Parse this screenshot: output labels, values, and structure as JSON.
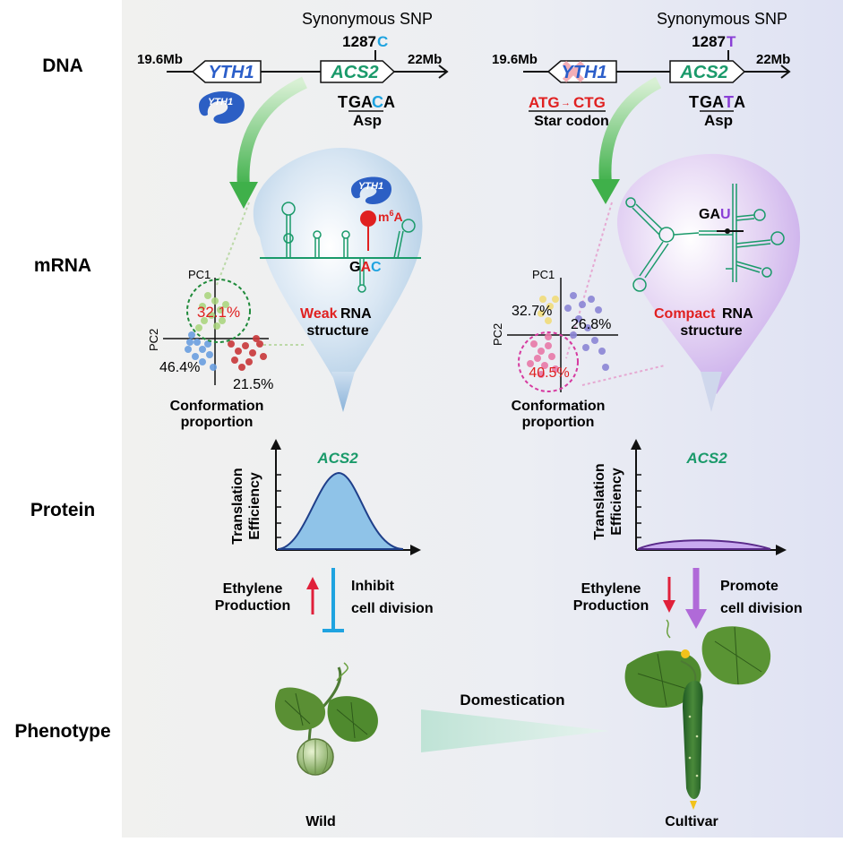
{
  "rows": {
    "dna": "DNA",
    "mrna": "mRNA",
    "protein": "Protein",
    "phenotype": "Phenotype"
  },
  "left": {
    "snp_title": "Synonymous SNP",
    "snp_pos": "1287",
    "snp_base": "C",
    "loc_start": "19.6Mb",
    "loc_end": "22Mb",
    "gene1": "YTH1",
    "gene2": "ACS2",
    "protein_label": "YTH1",
    "codon": [
      "T",
      "G",
      "A",
      "C",
      "A"
    ],
    "aa": "Asp",
    "mrna_protein": "YTH1",
    "m6a_prefix": "m",
    "m6a_sup": "6",
    "m6a_suffix": "A",
    "motif": [
      "G",
      "A",
      "C"
    ],
    "pc1": "PC1",
    "pc2": "PC2",
    "pct_green": "32.1%",
    "pct_blue": "46.4%",
    "pct_red": "21.5%",
    "conf_1": "Conformation",
    "conf_2": "proportion",
    "struct_word": "Weak",
    "struct_rna": " RNA",
    "struct_2": "structure",
    "te_gene": "ACS2",
    "te_y1": "Translation",
    "te_y2": "Efficiency",
    "eth_1": "Ethylene",
    "eth_2": "Production",
    "cell_1": "Inhibit",
    "cell_2": "cell division",
    "phenotype": "Wild"
  },
  "right": {
    "snp_title": "Synonymous SNP",
    "snp_pos": "1287",
    "snp_base": "T",
    "loc_start": "19.6Mb",
    "loc_end": "22Mb",
    "gene1": "YTH1",
    "gene2": "ACS2",
    "mut_from": "ATG",
    "mut_to": "CTG",
    "mut_arrow": "→",
    "mut_label": "Star codon",
    "codon": [
      "T",
      "G",
      "A",
      "T",
      "A"
    ],
    "aa": "Asp",
    "motif": [
      "G",
      "A",
      "U"
    ],
    "pc1": "PC1",
    "pc2": "PC2",
    "pct_yellow": "32.7%",
    "pct_purple": "26.8%",
    "pct_pink": "40.5%",
    "conf_1": "Conformation",
    "conf_2": "proportion",
    "struct_word": "Compact",
    "struct_rna": " RNA",
    "struct_2": "structure",
    "te_gene": "ACS2",
    "te_y1": "Translation",
    "te_y2": "Efficiency",
    "eth_1": "Ethylene",
    "eth_2": "Production",
    "cell_1": "Promote",
    "cell_2": "cell division",
    "phenotype": "Cultivar"
  },
  "domestication": "Domestication",
  "colors": {
    "green": "#1a9a6a",
    "blue_gene": "#2b5ec9",
    "red": "#e02020",
    "cyan": "#1fa3e0",
    "purple": "#8a3fd6",
    "pink": "#e24aa4"
  }
}
